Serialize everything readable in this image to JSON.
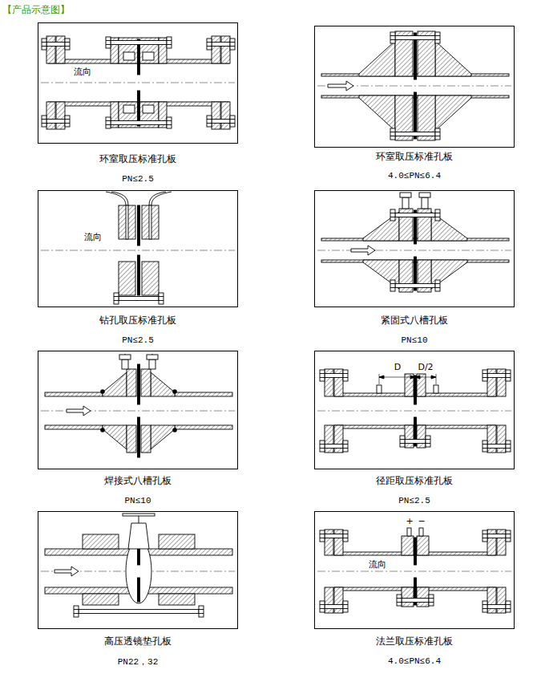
{
  "diagram": {
    "title": "【产品示意图】",
    "nodes": [
      {
        "text": [
          "流向",
          "环室取压标准孔板",
          "PN≤2.5"
        ]
      },
      {
        "text": [
          "环室取压标准孔板",
          "4.0≤PN≤6.4"
        ]
      },
      {
        "text": [
          "流向",
          "钻孔取压标准孔板",
          "PN≤2.5"
        ]
      },
      {
        "text": [
          "紧固式八槽孔板",
          "PN≤10"
        ]
      },
      {
        "text": [
          "焊接式八槽孔板",
          "PN≤10"
        ]
      },
      {
        "text": [
          "D",
          "D/2",
          "径距取压标准孔板",
          "PN≤2.5"
        ]
      },
      {
        "text": [
          "高压透镜垫孔板",
          "PN22，32"
        ]
      },
      {
        "text": [
          "+",
          "−",
          "流向",
          "法兰取压标准孔板",
          "4.0≤PN≤6.4"
        ]
      }
    ]
  }
}
